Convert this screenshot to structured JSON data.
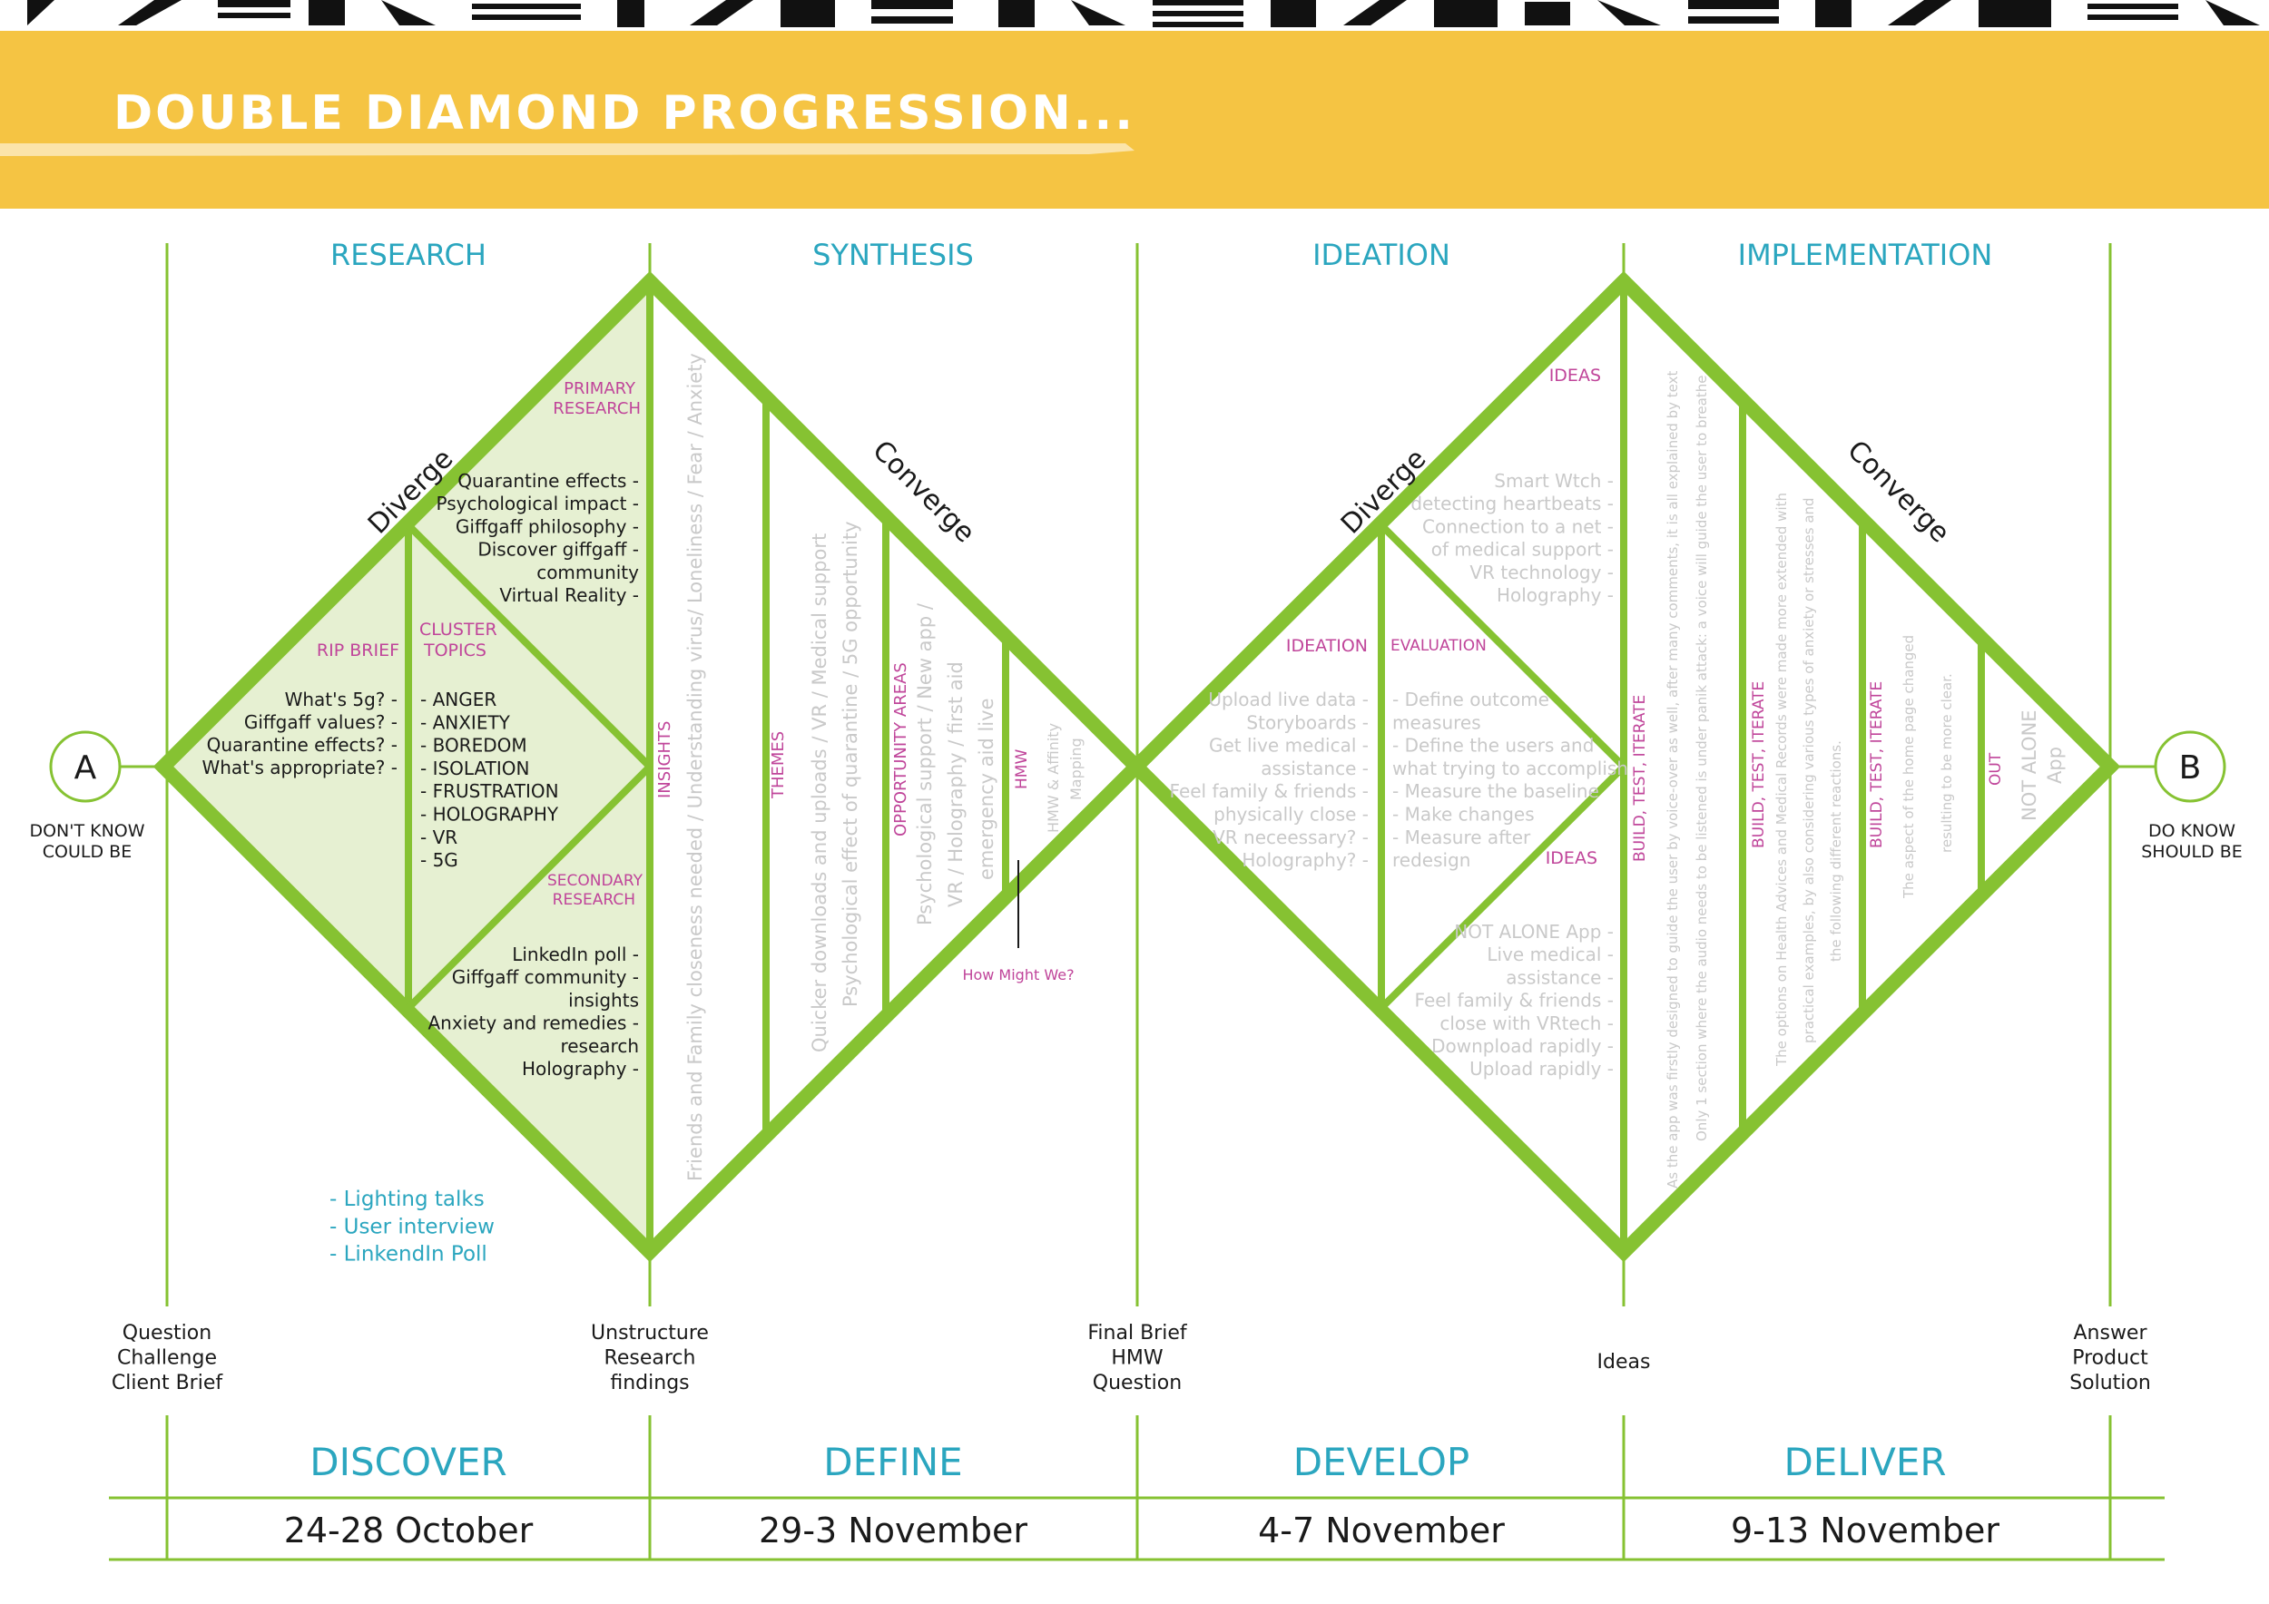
{
  "colors": {
    "accent_green": "#86c232",
    "light_green": "#e6f0d2",
    "banner_yellow": "#f5c443",
    "teal": "#2ba6bf",
    "magenta": "#c0459a",
    "muted_grey": "#c9c9c9",
    "text_dark": "#1a1a1a"
  },
  "title": "DOUBLE DIAMOND PROGRESSION...",
  "stages": [
    "RESEARCH",
    "SYNTHESIS",
    "IDEATION",
    "IMPLEMENTATION"
  ],
  "phases": [
    "DISCOVER",
    "DEFINE",
    "DEVELOP",
    "DELIVER"
  ],
  "dates": [
    "24-28 October",
    "29-3 November",
    "4-7 November",
    "9-13 November"
  ],
  "start": {
    "letter": "A",
    "caption": [
      "DON'T KNOW",
      "COULD BE"
    ]
  },
  "end": {
    "letter": "B",
    "caption": [
      "DO KNOW",
      "SHOULD BE"
    ]
  },
  "labels": {
    "diverge": "Diverge",
    "converge": "Converge"
  },
  "diamond1": {
    "primary_research": {
      "label": [
        "PRIMARY",
        "RESEARCH"
      ],
      "items": [
        "Quarantine effects -",
        "Psychological impact -",
        "Giffgaff philosophy -",
        "Discover giffgaff -",
        "community",
        "Virtual Reality -"
      ]
    },
    "rip_brief": {
      "label": "RIP BRIEF",
      "items": [
        "What's 5g? -",
        "Giffgaff values? -",
        "Quarantine effects? -",
        "What's appropriate? -"
      ]
    },
    "cluster_topics": {
      "label": [
        "CLUSTER",
        "TOPICS"
      ],
      "items": [
        "- ANGER",
        "- ANXIETY",
        "- BOREDOM",
        "- ISOLATION",
        "- FRUSTRATION",
        "- HOLOGRAPHY",
        "- VR",
        "- 5G"
      ]
    },
    "secondary_research": {
      "label": [
        "SECONDARY",
        "RESEARCH"
      ],
      "items": [
        "LinkedIn poll -",
        "Giffgaff community -",
        "insights",
        "Anxiety and remedies -",
        "research",
        "Holography -"
      ]
    },
    "methods": [
      "- Lighting talks",
      "- User interview",
      "- LinkendIn Poll"
    ],
    "insights": {
      "label": "INSIGHTS",
      "text": "Friends and Family closeness needed / Understanding virus/ Loneliness / Fear / Anxiety"
    },
    "themes": {
      "label": "THEMES",
      "lines": [
        "Quicker downloads and uploads / VR / Medical support",
        "Psychological effect of quarantine / 5G opportunity"
      ]
    },
    "opportunity": {
      "label": "OPPORTUNITY AREAS",
      "lines": [
        "Psychological support / New app /",
        "VR / Holography / first aid",
        "emergency aid live"
      ]
    },
    "hmw": {
      "label": "HMW",
      "lines": [
        "HMW & Affinity",
        "Mapping"
      ],
      "callout": "How Might We?"
    }
  },
  "diamond2": {
    "ideas_top": {
      "label": "IDEAS",
      "items": [
        "Smart Wtch -",
        "detecting heartbeats -",
        "Connection to a net -",
        "of medical support -",
        "VR technology -",
        "Holography -"
      ]
    },
    "ideation": {
      "label": "IDEATION",
      "items": [
        "Upload live data -",
        "Storyboards -",
        "Get live medical -",
        "assistance -",
        "Feel family & friends -",
        "physically close -",
        "VR neceessary? -",
        "Holography? -"
      ]
    },
    "evaluation": {
      "label": "EVALUATION",
      "items": [
        "- Define outcome",
        "measures",
        "- Define the users and",
        "what trying to accomplish",
        "- Measure the baseline",
        "- Make changes",
        "- Measure after",
        "redesign"
      ]
    },
    "ideas_bottom": {
      "label": "IDEAS",
      "items": [
        "NOT ALONE App -",
        "Live medical -",
        "assistance -",
        "Feel family & friends -",
        "close with VRtech -",
        "Downpload rapidly -",
        "Upload rapidly -"
      ]
    },
    "bti1": {
      "label": "BUILD, TEST, ITERATE",
      "lines": [
        "As the app was firstly designed to guide the user by voice-over as well, after many comments, it is all explained by text",
        "Only 1 section where the audio needs to be listened is under panik attack: a voice will guide the user to breathe"
      ]
    },
    "bti2": {
      "label": "BUILD, TEST, ITERATE",
      "lines": [
        "The options on Health Advices and Medical Records were made more extended with",
        "practical examples, by also considering various types of anxiety or stresses and",
        "the following different reactions."
      ]
    },
    "bti3": {
      "label": "BUILD, TEST, ITERATE",
      "lines": [
        "The aspect of the home page changed",
        "resulting to be more clear."
      ]
    },
    "out": {
      "label": "OUT",
      "lines": [
        "NOT ALONE",
        "App"
      ]
    }
  },
  "bottom_notes": [
    [
      "Question",
      "Challenge",
      "Client Brief"
    ],
    [
      "Unstructure",
      "Research",
      "findings"
    ],
    [
      "Final Brief",
      "HMW",
      "Question"
    ],
    [
      "Ideas"
    ],
    [
      "Answer",
      "Product",
      "Solution"
    ]
  ]
}
